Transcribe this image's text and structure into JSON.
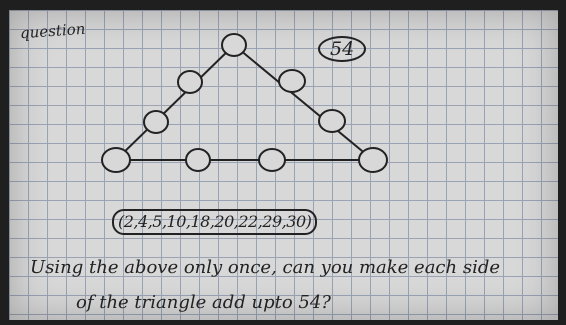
{
  "page": {
    "label": "question",
    "target": "54",
    "numbers": "(2,4,5,10,18,20,22,29,30)",
    "instruction_line1": "Using the above only once, can you make each side",
    "instruction_line2": "of the triangle add upto 54?"
  },
  "triangle": {
    "circles": 9,
    "per_side": 4
  },
  "colors": {
    "paper": "#d8d8d8",
    "grid": "#9aa3b4",
    "ink": "#222222"
  }
}
